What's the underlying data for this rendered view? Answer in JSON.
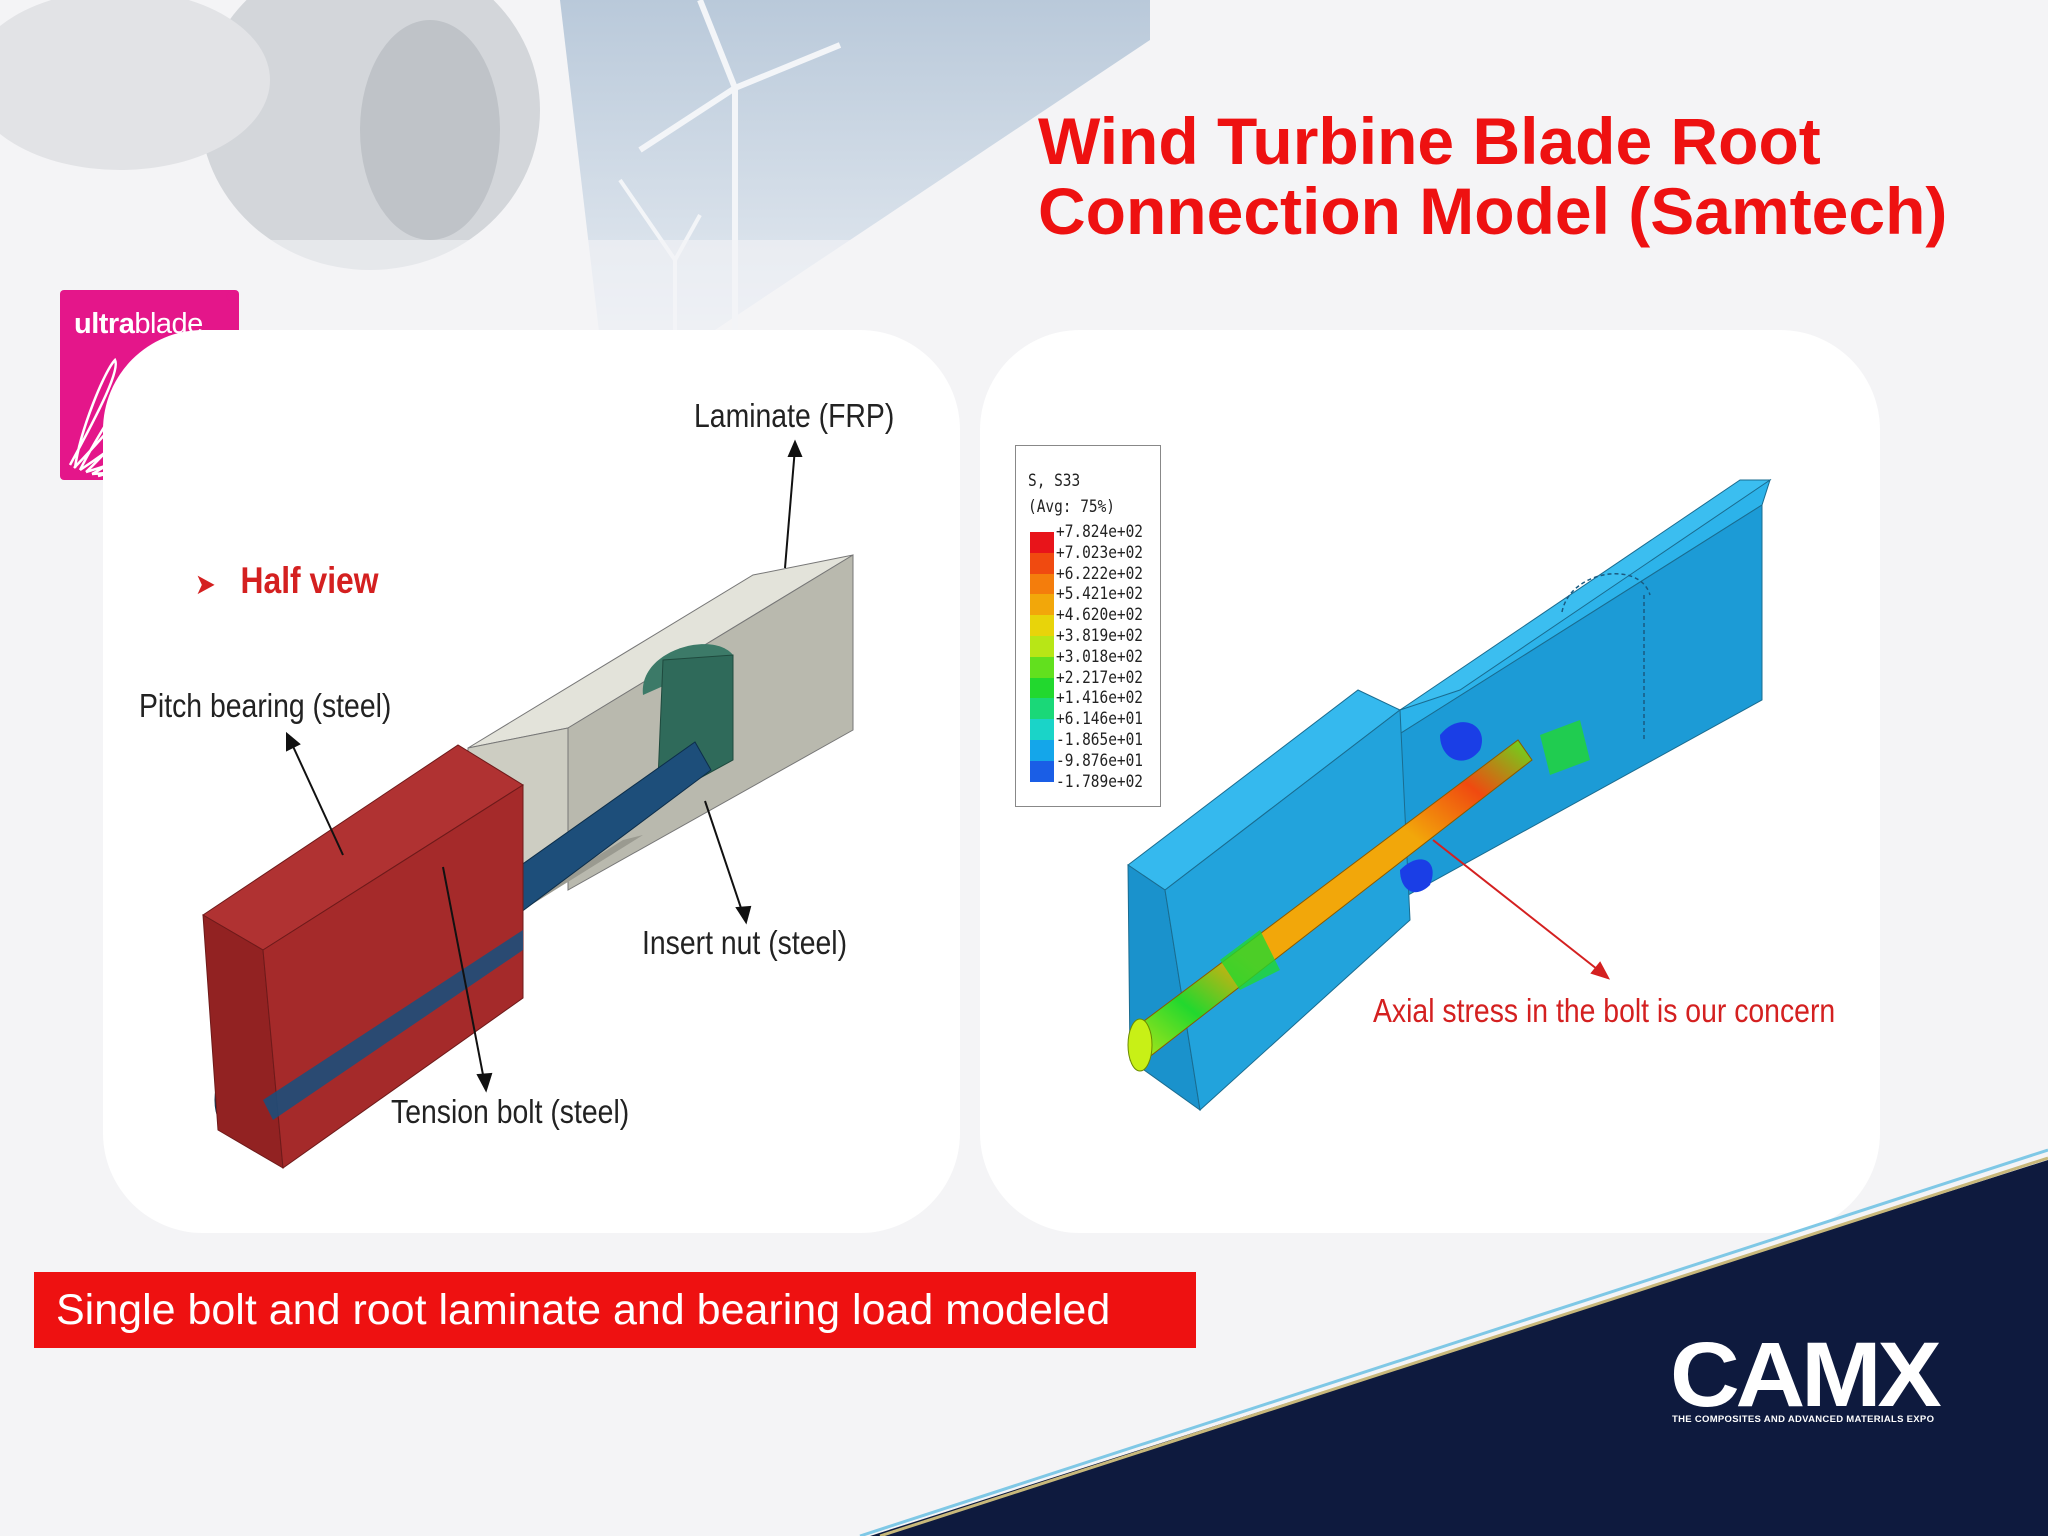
{
  "slide": {
    "title": "Wind Turbine Blade Root Connection Model (Samtech)",
    "caption": "Single bolt and root laminate and bearing load modeled"
  },
  "logo": {
    "word_bold": "ultra",
    "word_light": "blade",
    "reg_mark": "®"
  },
  "left_figure": {
    "bullet": "➤",
    "half_view": "Half view",
    "labels": {
      "laminate": "Laminate (FRP)",
      "pitch_bearing": "Pitch bearing (steel)",
      "insert_nut": "Insert nut (steel)",
      "tension_bolt": "Tension bolt (steel)"
    },
    "colors": {
      "bearing": "#a52a2a",
      "laminate": "#d9d9cf",
      "bolt": "#1d4e7a",
      "nut": "#2f6a5a"
    }
  },
  "right_figure": {
    "legend": {
      "title_line1": "S, S33",
      "title_line2": "(Avg: 75%)",
      "values": [
        "+7.824e+02",
        "+7.023e+02",
        "+6.222e+02",
        "+5.421e+02",
        "+4.620e+02",
        "+3.819e+02",
        "+3.018e+02",
        "+2.217e+02",
        "+1.416e+02",
        "+6.146e+01",
        "-1.865e+01",
        "-9.876e+01",
        "-1.789e+02"
      ],
      "colors": [
        "#e8141a",
        "#f04a10",
        "#f47d0c",
        "#f2a70a",
        "#e8d40a",
        "#b8e616",
        "#62e01e",
        "#22d82e",
        "#1ad878",
        "#1ad4c8",
        "#14a6ea",
        "#1a5ee6",
        "#1414e6"
      ]
    },
    "annotation": "Axial stress in the bolt is our concern"
  },
  "branding": {
    "camx": "CAMX",
    "camx_tagline": "THE COMPOSITES AND ADVANCED MATERIALS EXPO"
  }
}
